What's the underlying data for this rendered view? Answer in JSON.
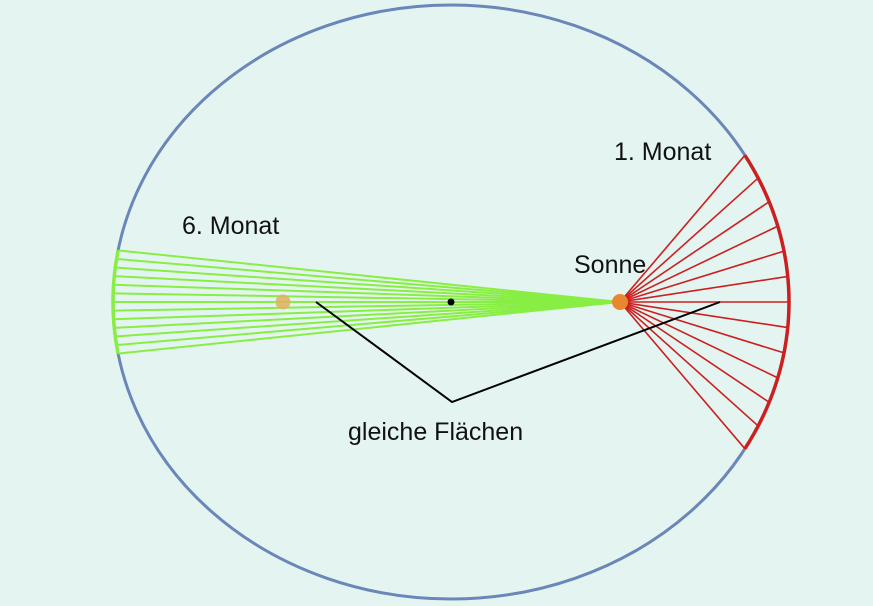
{
  "labels": {
    "month1": "1. Monat",
    "month6": "6. Monat",
    "sun": "Sonne",
    "equal_areas": "gleiche Flächen"
  },
  "colors": {
    "background": "#e4f5f1",
    "orbit": "#6b86b8",
    "month1_sector": "#cc1f1f",
    "month6_sector": "#88ee44",
    "sun": "#e8872e",
    "empty_focus": "#e0b060"
  },
  "sectors": {
    "month1_rays": 13,
    "month6_rays": 13
  }
}
